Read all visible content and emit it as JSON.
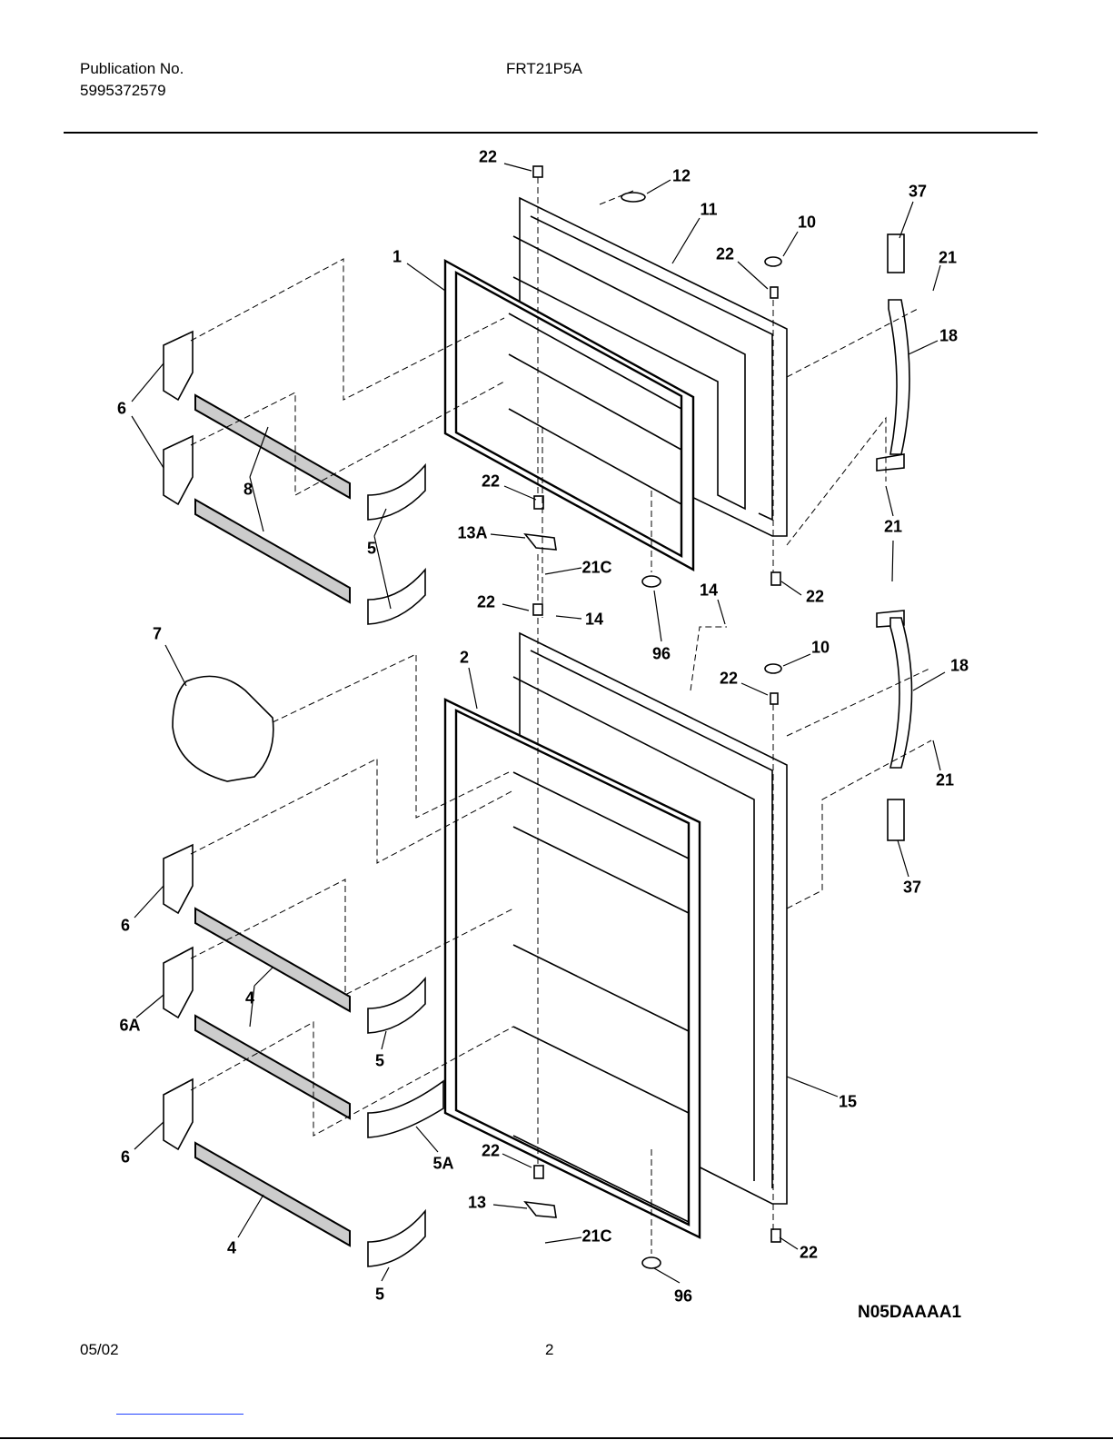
{
  "header": {
    "publication_label": "Publication No.",
    "publication_number": "5995372579",
    "model": "FRT21P5A"
  },
  "diagram_code": "N05DAAAA1",
  "footer": {
    "date": "05/02",
    "page": "2"
  },
  "callouts": [
    "22",
    "12",
    "11",
    "10",
    "37",
    "21",
    "22",
    "1",
    "18",
    "6",
    "8",
    "22",
    "5",
    "13A",
    "21C",
    "21",
    "22",
    "22",
    "14",
    "14",
    "96",
    "7",
    "2",
    "10",
    "22",
    "18",
    "21",
    "37",
    "6",
    "4",
    "6A",
    "5",
    "15",
    "6",
    "22",
    "5A",
    "13",
    "21C",
    "4",
    "22",
    "5",
    "96"
  ]
}
